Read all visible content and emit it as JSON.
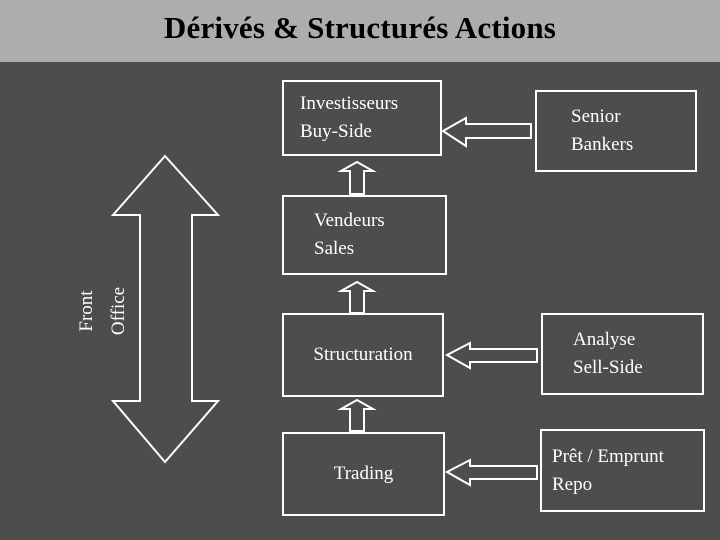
{
  "slide": {
    "title": "Dérivés & Structurés Actions",
    "background_color": "#4d4d4d",
    "header_color": "#adadad",
    "stroke_color": "#ffffff",
    "title_color": "#000000"
  },
  "side_labels": [
    {
      "text": "Front"
    },
    {
      "text": "Office"
    }
  ],
  "boxes": [
    {
      "id": "investisseurs-buy-side",
      "line1": "Investisseurs",
      "line2": "Buy-Side"
    },
    {
      "id": "vendeurs-sales",
      "line1": "Vendeurs",
      "line2": "Sales"
    },
    {
      "id": "structuration",
      "line1": "Structuration",
      "line2": ""
    },
    {
      "id": "trading",
      "line1": "Trading",
      "line2": ""
    },
    {
      "id": "senior-bankers",
      "line1": "Senior",
      "line2": "Bankers"
    },
    {
      "id": "analyse-sell-side",
      "line1": "Analyse",
      "line2": "Sell-Side"
    },
    {
      "id": "pret-emprunt-repo",
      "line1": "Prêt / Emprunt",
      "line2": "Repo"
    }
  ],
  "arrows": [
    {
      "id": "double-headed-vertical-arrow",
      "direction": "up-down"
    },
    {
      "id": "up-arrow-vendeurs-to-investisseurs",
      "direction": "up"
    },
    {
      "id": "up-arrow-structuration-to-vendeurs",
      "direction": "up"
    },
    {
      "id": "up-arrow-trading-to-structuration",
      "direction": "up"
    },
    {
      "id": "left-arrow-senior-bankers-to-investisseurs",
      "direction": "left"
    },
    {
      "id": "left-arrow-analyse-to-structuration",
      "direction": "left"
    },
    {
      "id": "left-arrow-repo-to-trading",
      "direction": "left"
    }
  ]
}
